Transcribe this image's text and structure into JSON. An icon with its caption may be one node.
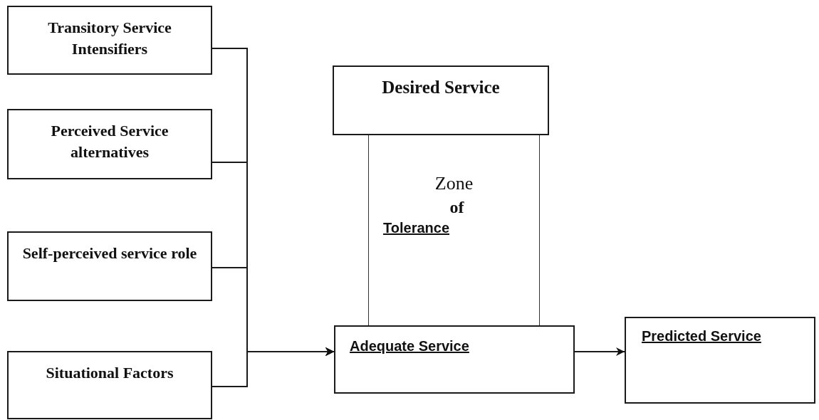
{
  "diagram": {
    "nodes": [
      {
        "text": [
          "Transitory Service Intensifiers"
        ]
      },
      {
        "text": [
          "Perceived Service alternatives"
        ]
      },
      {
        "text": [
          "Self-perceived service role"
        ]
      },
      {
        "text": [
          "Situational Factors"
        ]
      },
      {
        "text": [
          "Desired Service"
        ]
      },
      {
        "text": [
          "Zone",
          "of",
          "Tolerance"
        ]
      },
      {
        "text": [
          "Adequate Service"
        ]
      },
      {
        "text": [
          "Predicted Service"
        ]
      }
    ],
    "edges": [
      {
        "from": 0,
        "to": 6,
        "arrow": "to"
      },
      {
        "from": 1,
        "to": 6,
        "arrow": "to"
      },
      {
        "from": 2,
        "to": 6,
        "arrow": "to"
      },
      {
        "from": 3,
        "to": 6,
        "arrow": "to"
      },
      {
        "from": 6,
        "to": 7,
        "arrow": "to"
      }
    ]
  }
}
